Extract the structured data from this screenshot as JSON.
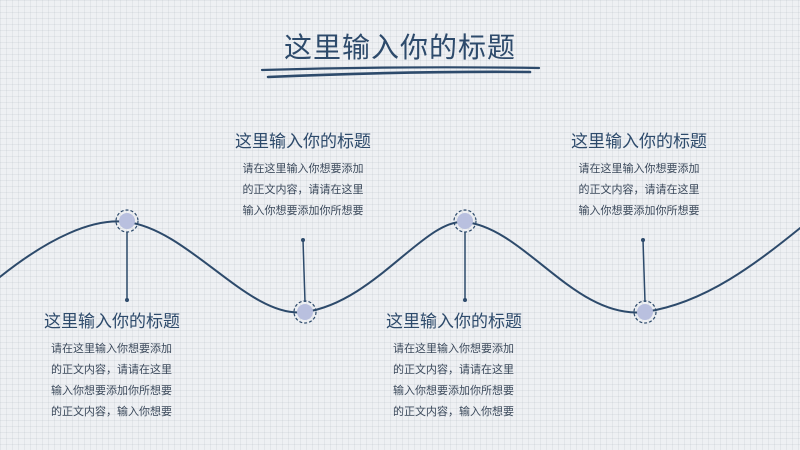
{
  "slide": {
    "title": "这里输入你的标题",
    "colors": {
      "primary": "#2d4a6b",
      "node_fill": "#b9c0df",
      "background": "#eef0f3"
    },
    "blocks": [
      {
        "heading": "这里输入你的标题",
        "lines": [
          "请在这里输入你想要添加",
          "的正文内容，请请在这里",
          "输入你想要添加你所想要",
          "的正文内容，输入你想要"
        ]
      },
      {
        "heading": "这里输入你的标题",
        "lines": [
          "请在这里输入你想要添加",
          "的正文内容，请请在这里",
          "输入你想要添加你所想要"
        ]
      },
      {
        "heading": "这里输入你的标题",
        "lines": [
          "请在这里输入你想要添加",
          "的正文内容，请请在这里",
          "输入你想要添加你所想要",
          "的正文内容，输入你想要"
        ]
      },
      {
        "heading": "这里输入你的标题",
        "lines": [
          "请在这里输入你想要添加",
          "的正文内容，请请在这里",
          "输入你想要添加你所想要"
        ]
      }
    ]
  }
}
